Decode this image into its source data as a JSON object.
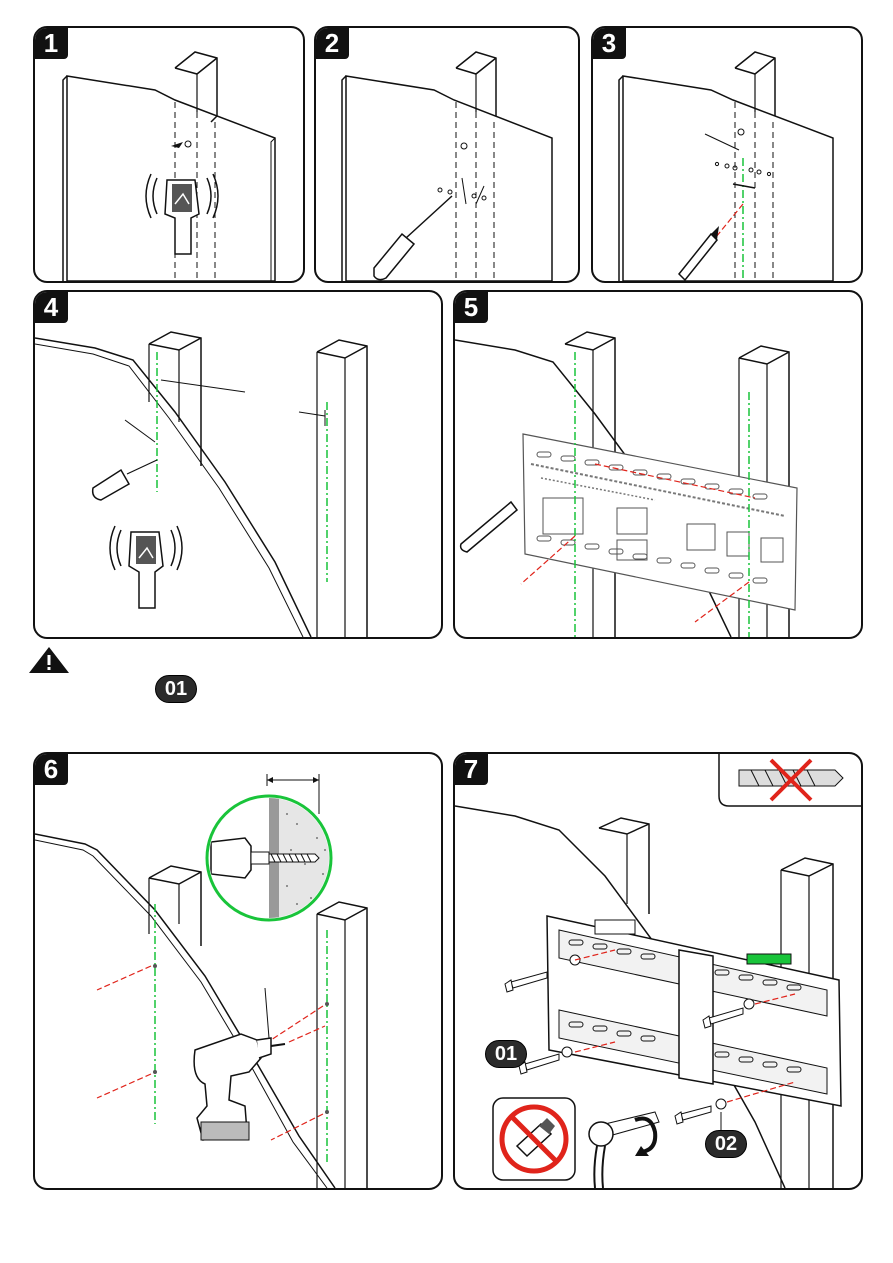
{
  "steps": [
    {
      "number": "1"
    },
    {
      "number": "2"
    },
    {
      "number": "3"
    },
    {
      "number": "4"
    },
    {
      "number": "5"
    },
    {
      "number": "6"
    },
    {
      "number": "7"
    }
  ],
  "callouts": {
    "warning_part": "01",
    "step7_part_a": "01",
    "step7_part_b": "02"
  },
  "icons": {
    "warning": "warning-triangle-icon",
    "stud_finder": "stud-finder-icon",
    "drill": "drill-icon",
    "no_power_tool": "no-power-driver-icon",
    "no_anchor": "no-wall-anchor-icon"
  },
  "colors": {
    "line": "#111111",
    "laser_green": "#19c43a",
    "marking_red": "#e0241b",
    "prohibit_red": "#e0241b"
  }
}
